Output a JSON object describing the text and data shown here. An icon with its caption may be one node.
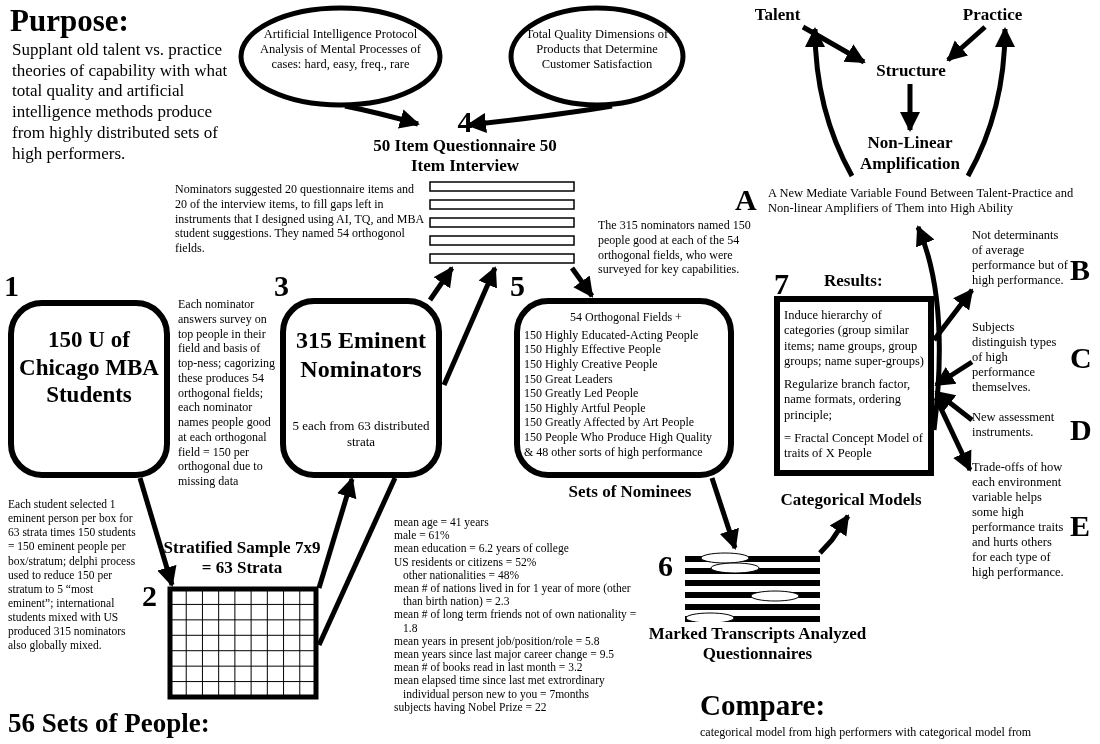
{
  "diagram": {
    "nodes": [
      {
        "text": [
          "Artificial Intelligence Protocol Analysis of Mental Processes of cases: hard, easy, freq., rare"
        ]
      },
      {
        "text": [
          "Total Quality Dimensions of Products that Determine Customer Satisfaction"
        ]
      },
      {
        "text": [
          "Talent"
        ]
      },
      {
        "text": [
          "Practice"
        ]
      },
      {
        "text": [
          "Structure"
        ]
      },
      {
        "text": [
          "Non-Linear Amplification"
        ]
      },
      {
        "text": [
          "4",
          "50 Item Questionnaire 50 Item Interview"
        ]
      },
      {
        "text": [
          "A New Mediate Variable Found Between Talent-Practice and Non-linear Amplifiers of Them into High Ability"
        ],
        "beside": [
          "A"
        ]
      },
      {
        "text": [
          "1",
          "150 U of Chicago MBA Students"
        ]
      },
      {
        "text": [
          "3",
          "315 Eminent Nominators",
          "5 each from 63 distributed strata"
        ]
      },
      {
        "text": [
          "5",
          "54 Orthogonal Fields +",
          "150 Highly Educated-Acting People",
          "150 Highly Effective People",
          "150 Highly Creative People",
          "150 Great Leaders",
          "150 Greatly Led People",
          "150 Highly Artful People",
          "150 Greatly Affected by Art People",
          "150 People Who Produce High Quality",
          "& 48 other sorts of high performance",
          "Sets of Nominees"
        ]
      },
      {
        "text": [
          "Stratified Sample 7x9 = 63 Strata",
          "2"
        ]
      },
      {
        "text": [
          "6",
          "Marked Transcripts Analyzed Questionnaires"
        ]
      },
      {
        "text": [
          "7",
          "Results:",
          "Induce hierarchy of categories (group similar items; name groups, group groups; name super-groups)",
          "Regularize branch factor, name formats, ordering principle;",
          "= Fractal Concept Model of traits of X People",
          "Categorical Models"
        ]
      },
      {
        "text": [
          "Not determinants of average performance but of high performance."
        ],
        "beside": [
          "B"
        ]
      },
      {
        "text": [
          "Subjects distinguish types of high performance themselves."
        ],
        "beside": [
          "C"
        ]
      },
      {
        "text": [
          "New assessment instruments."
        ],
        "beside": [
          "D"
        ]
      },
      {
        "text": [
          "Trade-offs of how each environment variable helps some high performance traits and hurts others for each type of high performance."
        ],
        "beside": [
          "E"
        ]
      }
    ],
    "edges": [
      {
        "from": 0,
        "to": 6,
        "arrow": "to"
      },
      {
        "from": 1,
        "to": 6,
        "arrow": "to"
      },
      {
        "from": 2,
        "to": 4,
        "arrow": "to"
      },
      {
        "from": 3,
        "to": 4,
        "arrow": "to"
      },
      {
        "from": 4,
        "to": 5,
        "arrow": "to"
      },
      {
        "from": 5,
        "to": 2,
        "arrow": "to"
      },
      {
        "from": 5,
        "to": 3,
        "arrow": "to"
      },
      {
        "from": 8,
        "to": 11,
        "arrow": "to"
      },
      {
        "from": 11,
        "to": 9,
        "arrow": "to"
      },
      {
        "from": 11,
        "to": 9,
        "arrow": "none"
      },
      {
        "from": 9,
        "to": 6,
        "arrow": "to"
      },
      {
        "from": 9,
        "to": 6,
        "arrow": "to"
      },
      {
        "from": 6,
        "to": 10,
        "arrow": "to"
      },
      {
        "from": 10,
        "to": 12,
        "arrow": "to"
      },
      {
        "from": 12,
        "to": 13,
        "arrow": "to"
      },
      {
        "from": 13,
        "to": 7,
        "arrow": "to"
      },
      {
        "from": 13,
        "to": 14,
        "arrow": "to"
      },
      {
        "from": 15,
        "to": 13,
        "arrow": "to"
      },
      {
        "from": 16,
        "to": 13,
        "arrow": "to"
      },
      {
        "from": 13,
        "to": 17,
        "arrow": "to"
      }
    ],
    "labels": [
      "Purpose:",
      "Supplant old talent vs. practice theories of capability with what total quality and artificial intelligence methods produce from highly distributed sets of high performers.",
      "Nominators suggested 20 questionnaire items and 20 of the interview items, to fill gaps left in instruments that I designed using AI, TQ, and MBA student suggestions. They named 54 orthogonol fields.",
      "Each nominator answers survey on top people in their field and basis of top-ness; cagorizing these produces 54 orthogonal fields; each nominator names people good at each orthogonal field = 150 per orthogonal due to missing data",
      "The 315 nominators named 150 people good at each of the 54 orthogonal fields, who were surveyed for key capabilities.",
      "Each student selected 1 eminent person per box for 63 strata times 150 students = 150 eminent people per box/stratum; delphi process used to reduce 150 per stratum to 5 “most eminent”; international students mixed with US produced 315 nominators also globally mixed.",
      "mean age = 41 years",
      "male = 61%",
      "mean education = 6.2 years of college",
      "US residents or citizens = 52%",
      "other nationalities = 48%",
      "mean # of nations lived in for 1 year of more (other than birth nation) = 2.3",
      "mean # of long term friends not of own nationality = 1.8",
      "mean years in present job/position/role = 5.8",
      "mean years since last major career change = 9.5",
      "mean # of books read in last month = 3.2",
      "mean elapsed time since last met extrordinary individual person new to you = 7months",
      "subjects having Nobel Prize = 22",
      "56 Sets of People:",
      "Compare:",
      "categorical model from high performers with categorical model from"
    ]
  }
}
